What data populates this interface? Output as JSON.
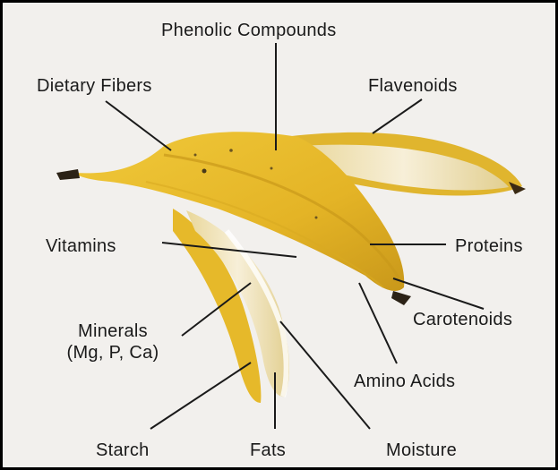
{
  "labels": {
    "phenolic": "Phenolic Compounds",
    "dietary": "Dietary Fibers",
    "flavenoids": "Flavenoids",
    "vitamins": "Vitamins",
    "proteins": "Proteins",
    "minerals_line1": "Minerals",
    "minerals_line2": "(Mg, P, Ca)",
    "carotenoids": "Carotenoids",
    "amino": "Amino Acids",
    "starch": "Starch",
    "fats": "Fats",
    "moisture": "Moisture"
  },
  "colors": {
    "background": "#f2f0ed",
    "peel_yellow": "#e8bd2c",
    "peel_dark": "#c9981a",
    "flesh": "#f3ead0",
    "stem": "#2b2216",
    "leader": "#1a1a1a"
  }
}
